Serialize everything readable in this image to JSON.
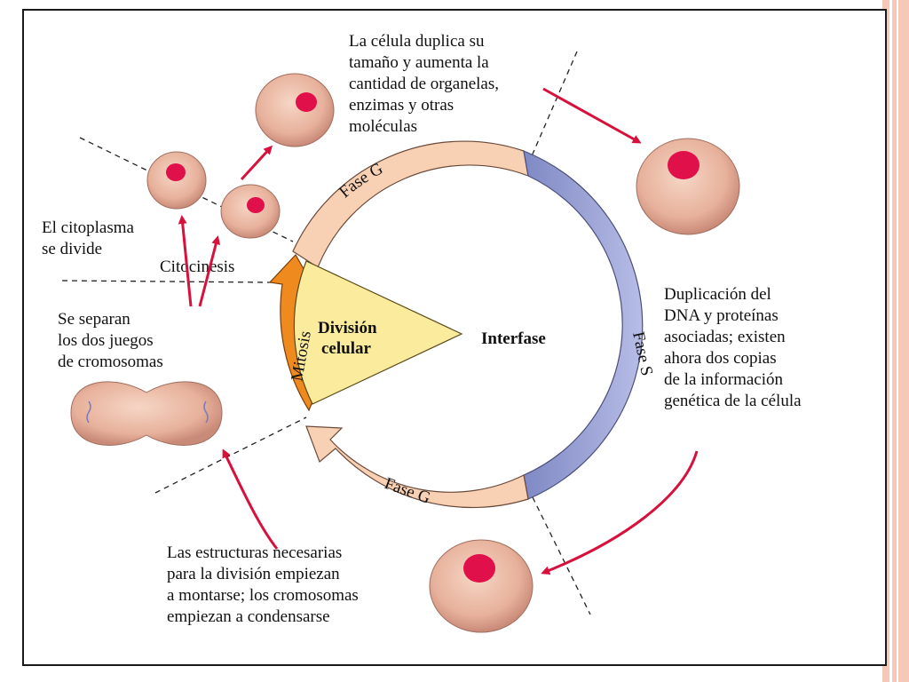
{
  "diagram": {
    "phases": {
      "g1": "Fase G",
      "s": "Fase S",
      "g2": "Fase G",
      "mitosis": "Mitosis",
      "cytokinesis": "Citocinesis"
    },
    "center": {
      "division_line1": "División",
      "division_line2": "celular",
      "interphase": "Interfase"
    },
    "captions": {
      "growth": [
        "La célula duplica su",
        "tamaño y aumenta la",
        "cantidad de organelas,",
        "enzimas y otras",
        "moléculas"
      ],
      "dna": [
        "Duplicación del",
        "DNA y proteínas",
        "asociadas; existen",
        "ahora dos copias",
        "de la información",
        "genética de la célula"
      ],
      "structures": [
        "Las estructuras necesarias",
        "para la división empiezan",
        "a montarse; los cromosomas",
        "empiezan a condensarse"
      ],
      "separate": [
        "Se separan",
        "los dos juegos",
        "de cromosomas"
      ],
      "cytoplasm": [
        "El citoplasma",
        "se divide"
      ]
    },
    "colors": {
      "g_phase": "#f8d0b4",
      "s_phase": "#9aa3d6",
      "mitosis": "#ee8a1e",
      "center_triangle": "#fbeb9c",
      "cell_body": "#e9b7a2",
      "nucleus": "#e0104a",
      "arrow": "#d8103c"
    }
  }
}
